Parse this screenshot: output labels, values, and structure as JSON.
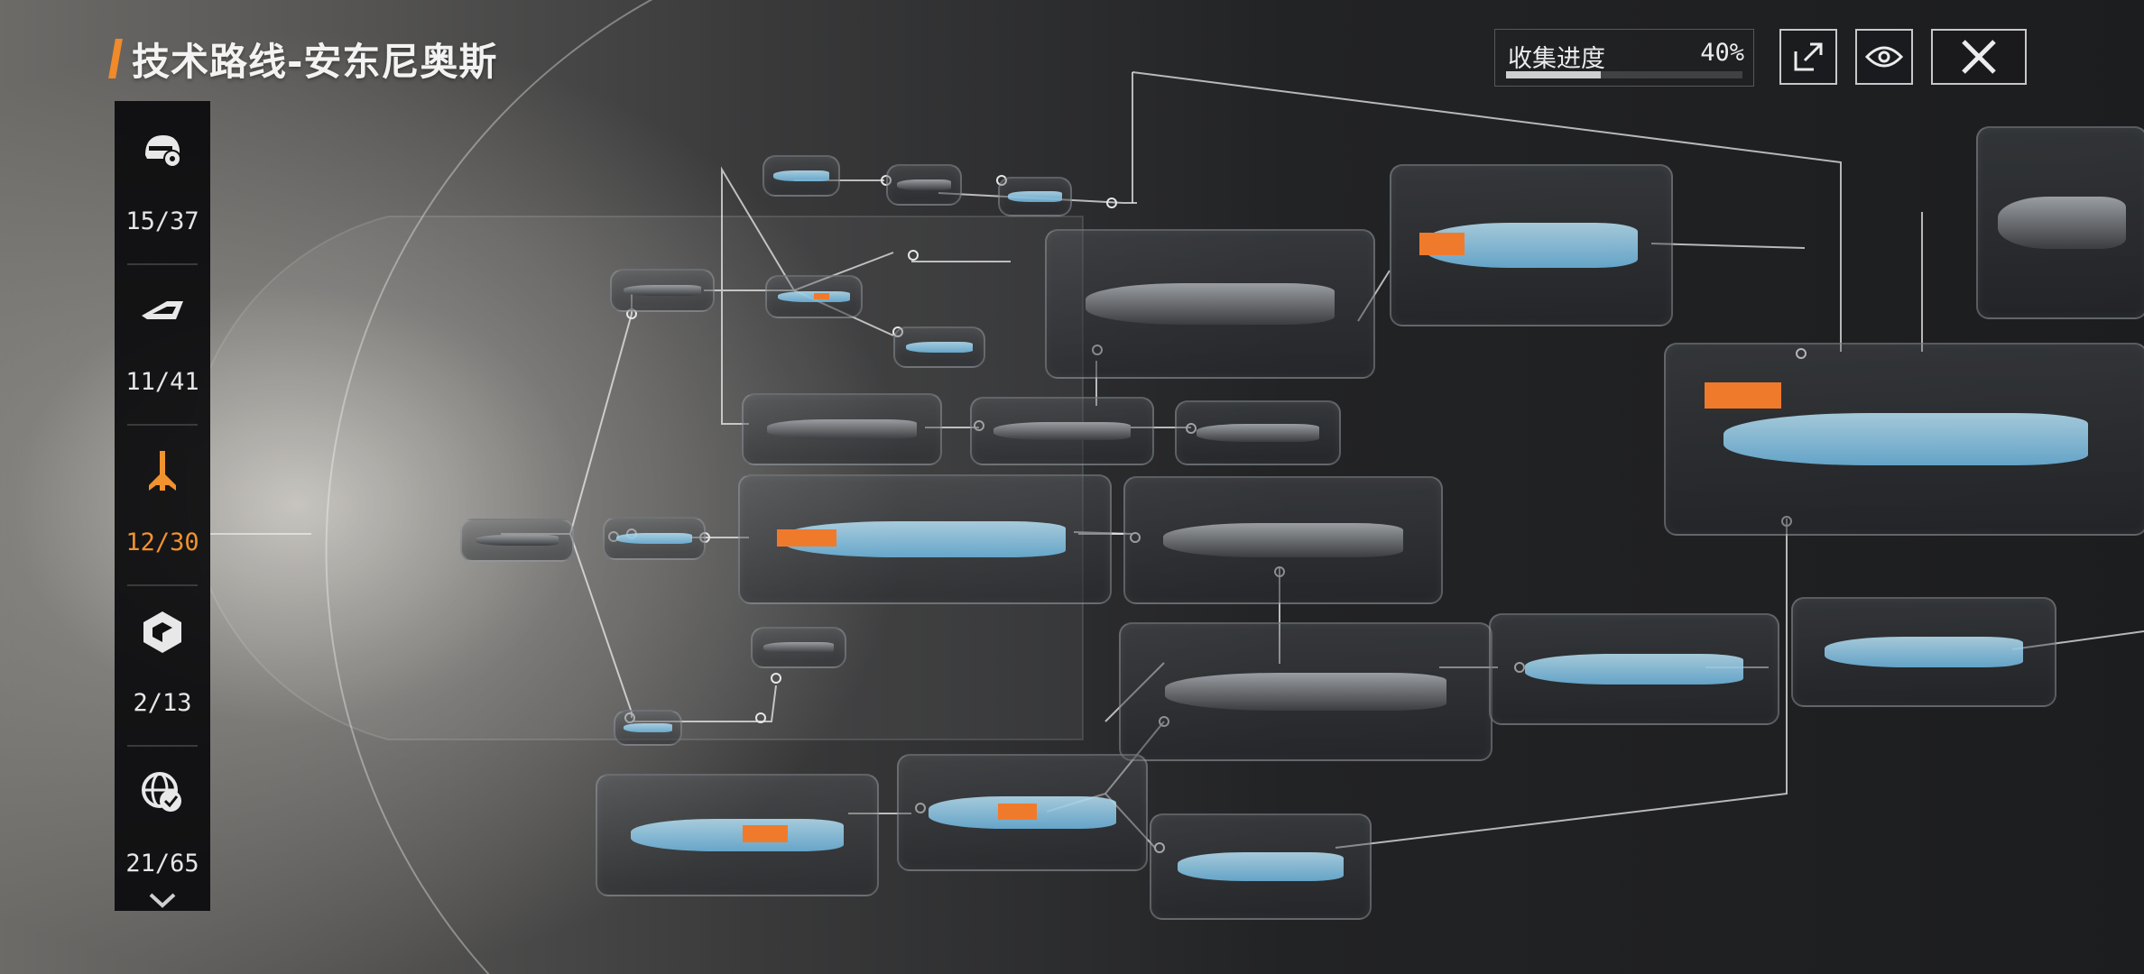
{
  "header": {
    "title": "技术路线-安东尼奥斯"
  },
  "sidebar": {
    "items": [
      {
        "icon": "helmet-gear-icon",
        "count": "15/37",
        "active": false
      },
      {
        "icon": "frigate-class-icon",
        "count": "11/41",
        "active": false
      },
      {
        "icon": "destroyer-class-icon",
        "count": "12/30",
        "active": true
      },
      {
        "icon": "cruiser-class-icon",
        "count": "2/13",
        "active": false
      },
      {
        "icon": "globe-shield-icon",
        "count": "21/65",
        "active": false
      }
    ],
    "more_icon": "chevron-down-icon"
  },
  "progress": {
    "label": "收集进度",
    "percent_text": "40%",
    "value": 0.4
  },
  "toolbar": {
    "share_icon": "share-icon",
    "view_icon": "eye-icon",
    "close_icon": "close-icon"
  },
  "colors": {
    "accent": "#f08a2a",
    "blueprint": "#7cc4ea",
    "highlight": "#f07a2c"
  }
}
